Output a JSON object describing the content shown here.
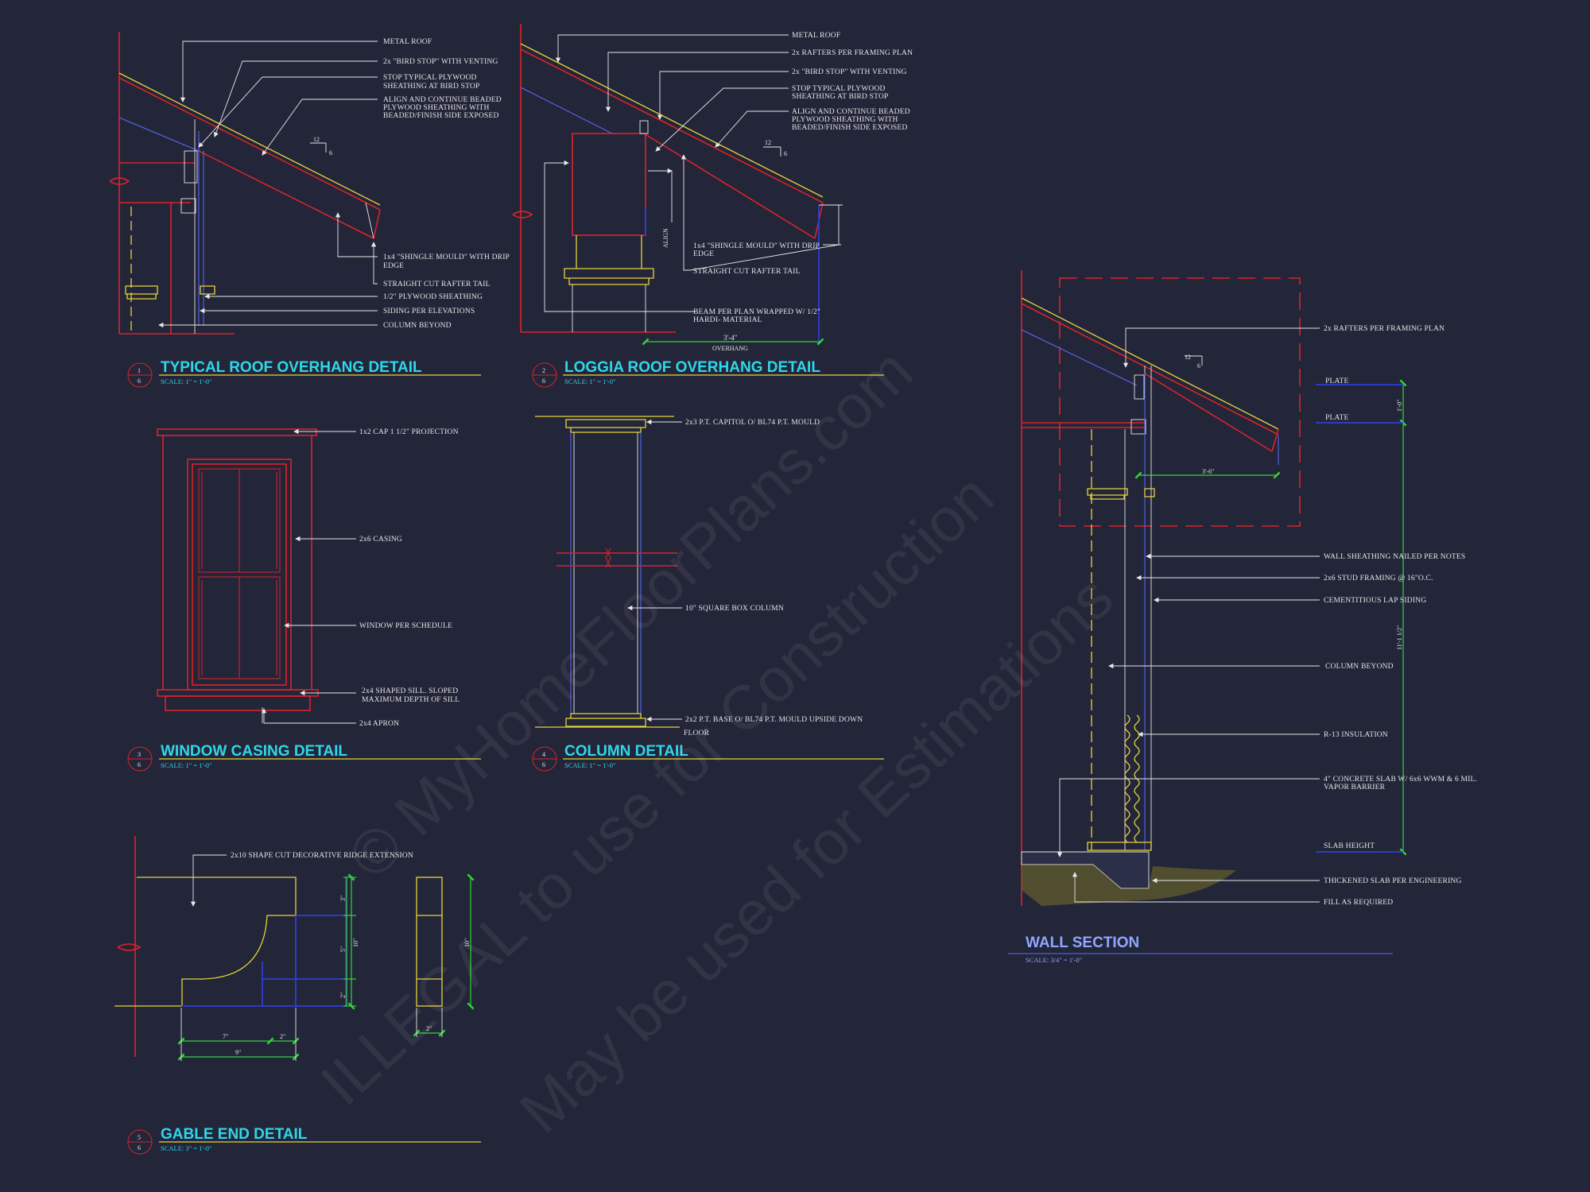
{
  "details": {
    "d1": {
      "title": "TYPICAL ROOF OVERHANG DETAIL",
      "scale": "SCALE:      1\" = 1'-0\"",
      "num": "1",
      "sheet": "6",
      "pitch_run": "12",
      "pitch_rise": "6",
      "notes": [
        "METAL ROOF",
        "2x \"BIRD STOP\" WITH VENTING",
        "STOP TYPICAL PLYWOOD",
        "SHEATHING AT BIRD STOP",
        "ALIGN AND CONTINUE BEADED",
        "PLYWOOD SHEATHING WITH",
        "BEADED/FINISH SIDE EXPOSED",
        "1x4 \"SHINGLE MOULD\" WITH DRIP",
        "EDGE",
        "STRAIGHT CUT RAFTER TAIL",
        "1/2\" PLYWOOD SHEATHING",
        "SIDING PER ELEVATIONS",
        "COLUMN BEYOND"
      ]
    },
    "d2": {
      "title": "LOGGIA ROOF OVERHANG DETAIL",
      "scale": "SCALE:      1\" = 1'-0\"",
      "num": "2",
      "sheet": "6",
      "pitch_run": "12",
      "pitch_rise": "6",
      "align": "ALIGN",
      "overhang_dim": "3'-4\"",
      "overhang_label": "OVERHANG",
      "notes": [
        "METAL ROOF",
        "2x RAFTERS PER FRAMING PLAN",
        "2x \"BIRD STOP\" WITH VENTING",
        "STOP TYPICAL PLYWOOD",
        "SHEATHING AT BIRD STOP",
        "ALIGN AND CONTINUE BEADED",
        "PLYWOOD SHEATHING WITH",
        "BEADED/FINISH SIDE EXPOSED",
        "1x4 \"SHINGLE MOULD\" WITH DRIP",
        "EDGE",
        "STRAIGHT CUT RAFTER TAIL",
        "BEAM PER PLAN WRAPPED W/ 1/2\"",
        "HARDI- MATERIAL"
      ]
    },
    "d3": {
      "title": "WINDOW CASING DETAIL",
      "scale": "SCALE:      1\" = 1'-0\"",
      "num": "3",
      "sheet": "6",
      "notes": [
        "1x2 CAP 1 1/2\" PROJECTION",
        "2x6 CASING",
        "WINDOW PER SCHEDULE",
        "2x4 SHAPED SILL.  SLOPED",
        "MAXIMUM DEPTH OF SILL",
        "2x4 APRON"
      ]
    },
    "d4": {
      "title": "COLUMN DETAIL",
      "scale": "SCALE:      1\" = 1'-0\"",
      "num": "4",
      "sheet": "6",
      "notes": [
        "2x3 P.T. CAPITOL O/ BL74 P.T. MOULD",
        "10\" SQUARE BOX COLUMN",
        "2x2 P.T. BASE O/ BL74 P.T. MOULD UPSIDE DOWN",
        "FLOOR"
      ]
    },
    "d5": {
      "title": "GABLE END DETAIL",
      "scale": "SCALE:      3\" = 1'-0\"",
      "num": "5",
      "sheet": "6",
      "notes": [
        "2x10 SHAPE CUT DECORATIVE RIDGE EXTENSION"
      ],
      "dims": [
        "3\"",
        "5\"",
        "2\"",
        "10\"",
        "10\"",
        "7\"",
        "2\"",
        "9\"",
        "2\""
      ]
    },
    "ws": {
      "title": "WALL SECTION",
      "scale": "SCALE: 3/4\" = 1'-0\"",
      "pitch_run": "12",
      "pitch_rise": "6",
      "notes": [
        "2x RAFTERS PER FRAMING PLAN",
        "PLATE",
        "PLATE",
        "WALL SHEATHING NAILED PER NOTES",
        "2x6 STUD FRAMING @ 16\"O.C.",
        "CEMENTITIOUS LAP SIDING",
        "COLUMN BEYOND",
        "R-13 INSULATION",
        "4\" CONCRETE SLAB W/ 6x6 WWM & 6 MIL.",
        "VAPOR BARRIER",
        "SLAB HEIGHT",
        "THICKENED SLAB PER ENGINEERING",
        "FILL AS REQUIRED"
      ],
      "dims": [
        "1'-0\"",
        "3'-6\"",
        "11'-1 1/2\""
      ]
    }
  },
  "watermark": [
    "© MyHomeFloorPlans.com",
    "ILLEGAL to use for Construction",
    "May be used for Estimations"
  ],
  "colors": {
    "background": "#232539",
    "title": "#2fd7ea",
    "wall_section_title": "#8fa6ff",
    "linework_red": "#d8242b",
    "linework_yellow": "#e6d43a",
    "linework_blue": "#2b3fd6",
    "dimension_green": "#35d43a"
  }
}
